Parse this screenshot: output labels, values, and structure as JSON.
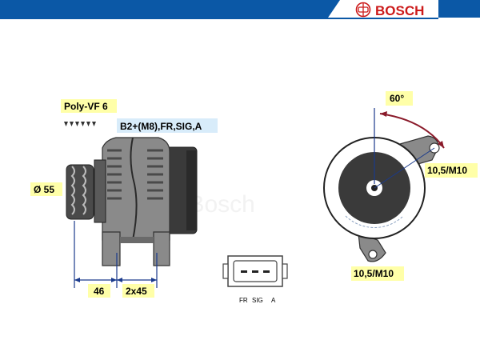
{
  "header": {
    "brand": "BOSCH",
    "bar_color": "#0b58a6",
    "brand_color": "#cc1a1a",
    "logo_icon": "bosch-armature-icon"
  },
  "watermark": "© Bosch",
  "labels": {
    "pulley": "Poly-VF 6",
    "terminals": "B2+(M8),FR,SIG,A",
    "diameter": "Ø 55",
    "dim_left": "46",
    "dim_right": "2x45",
    "angle": "60°",
    "mount_top": "10,5/M10",
    "mount_bottom": "10,5/M10"
  },
  "connector": {
    "pins": [
      "FR",
      "SIG",
      "A"
    ]
  },
  "colors": {
    "label_bg": "#ffffa8",
    "terminal_bg": "#d8ecfa",
    "dim_line": "#1a3a8c",
    "arc": "#8a1a2a"
  }
}
